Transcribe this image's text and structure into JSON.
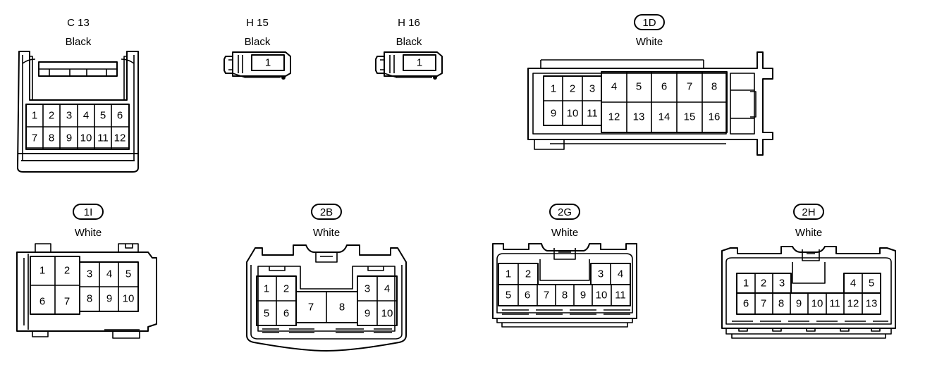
{
  "colors": {
    "line": "#000000",
    "background": "#ffffff"
  },
  "connectors": [
    {
      "code": "C 13",
      "boxed": false,
      "color": "Black",
      "pins": [
        "1",
        "2",
        "3",
        "4",
        "5",
        "6",
        "7",
        "8",
        "9",
        "10",
        "11",
        "12"
      ]
    },
    {
      "code": "H 15",
      "boxed": false,
      "color": "Black",
      "pins": [
        "1"
      ]
    },
    {
      "code": "H 16",
      "boxed": false,
      "color": "Black",
      "pins": [
        "1"
      ]
    },
    {
      "code": "1D",
      "boxed": true,
      "color": "White",
      "pins": [
        "1",
        "2",
        "3",
        "4",
        "5",
        "6",
        "7",
        "8",
        "9",
        "10",
        "11",
        "12",
        "13",
        "14",
        "15",
        "16"
      ]
    },
    {
      "code": "1I",
      "boxed": true,
      "color": "White",
      "pins": [
        "1",
        "2",
        "3",
        "4",
        "5",
        "6",
        "7",
        "8",
        "9",
        "10"
      ]
    },
    {
      "code": "2B",
      "boxed": true,
      "color": "White",
      "pins": [
        "1",
        "2",
        "3",
        "4",
        "5",
        "6",
        "7",
        "8",
        "9",
        "10"
      ]
    },
    {
      "code": "2G",
      "boxed": true,
      "color": "White",
      "pins": [
        "1",
        "2",
        "3",
        "4",
        "5",
        "6",
        "7",
        "8",
        "9",
        "10",
        "11"
      ]
    },
    {
      "code": "2H",
      "boxed": true,
      "color": "White",
      "pins": [
        "1",
        "2",
        "3",
        "4",
        "5",
        "6",
        "7",
        "8",
        "9",
        "10",
        "11",
        "12",
        "13"
      ]
    }
  ]
}
